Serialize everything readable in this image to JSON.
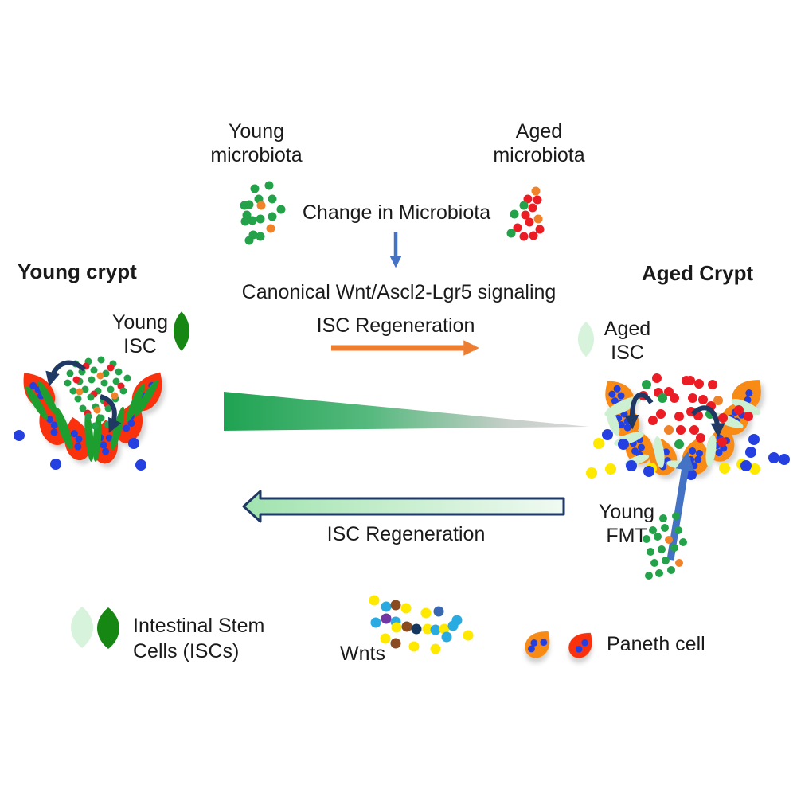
{
  "labels": {
    "young_microbiota": [
      "Young",
      "microbiota"
    ],
    "aged_microbiota": [
      "Aged",
      "microbiota"
    ],
    "change_in_microbiota": "Change in Microbiota",
    "signaling": "Canonical Wnt/Ascl2-Lgr5 signaling",
    "isc_regeneration_top": "ISC Regeneration",
    "isc_regeneration_bottom": "ISC Regeneration",
    "young_crypt_title": "Young crypt",
    "aged_crypt_title": "Aged Crypt",
    "young_isc": [
      "Young",
      "ISC"
    ],
    "aged_isc": [
      "Aged",
      "ISC"
    ],
    "young_fmt": [
      "Young",
      "FMT"
    ]
  },
  "legend": {
    "isc": [
      "Intestinal Stem",
      "Cells (ISCs)"
    ],
    "wnts": "Wnts",
    "paneth": "Paneth cell"
  },
  "colors": {
    "bacteria_green": "#23A24A",
    "bacteria_orange": "#F0832A",
    "bacteria_red": "#EC1C24",
    "dot_blue": "#2440E0",
    "wnt_yellow": "#FFE900",
    "wnt_cyan": "#29ABE2",
    "wnt_brown": "#8A4B20",
    "wnt_purple": "#7137A3",
    "wnt_navy": "#17365D",
    "wnt_steel": "#3A67B1",
    "paneth_red": "#F93207",
    "paneth_orange": "#F78B17",
    "isc_dark_green": "#168712",
    "isc_light_green": "#D7F3DB",
    "leaf_green": "#1E9E2E",
    "leaf_pale": "#CDEFD2",
    "arrow_blue": "#4472C4",
    "arrow_orange": "#ED7D31",
    "arrow_navy": "#1F3864",
    "wedge_green": "#1FA352",
    "wedge_gray": "#D9D9D9",
    "block_arrow_start": "#A0E3AE",
    "block_arrow_end": "#F0FAF1",
    "text": "#1A1A1A"
  },
  "clusters": {
    "young_microbiota": {
      "r": 5.5,
      "dots": [
        [
          320,
          237,
          "g"
        ],
        [
          338,
          233,
          "g"
        ],
        [
          313,
          257,
          "g"
        ],
        [
          325,
          250,
          "g"
        ],
        [
          342,
          250,
          "g"
        ],
        [
          307,
          258,
          "g"
        ],
        [
          328,
          258,
          "o"
        ],
        [
          353,
          263,
          "g"
        ],
        [
          310,
          270,
          "g"
        ],
        [
          317,
          277,
          "g"
        ],
        [
          327,
          275,
          "g"
        ],
        [
          342,
          272,
          "g"
        ],
        [
          308,
          278,
          "g"
        ],
        [
          340,
          287,
          "o"
        ],
        [
          318,
          295,
          "g"
        ],
        [
          327,
          297,
          "g"
        ],
        [
          313,
          302,
          "g"
        ]
      ]
    },
    "aged_microbiota": {
      "r": 5.5,
      "dots": [
        [
          673,
          240,
          "o"
        ],
        [
          663,
          250,
          "r"
        ],
        [
          675,
          251,
          "r"
        ],
        [
          658,
          258,
          "g"
        ],
        [
          669,
          261,
          "r"
        ],
        [
          646,
          269,
          "g"
        ],
        [
          660,
          270,
          "r"
        ],
        [
          676,
          275,
          "o"
        ],
        [
          665,
          279,
          "r"
        ],
        [
          650,
          286,
          "r"
        ],
        [
          678,
          288,
          "r"
        ],
        [
          642,
          293,
          "g"
        ],
        [
          658,
          297,
          "r"
        ],
        [
          670,
          296,
          "r"
        ]
      ]
    },
    "young_fmt": {
      "r": 5,
      "dots": [
        [
          833,
          651,
          "g"
        ],
        [
          849,
          648,
          "g"
        ],
        [
          820,
          666,
          "g"
        ],
        [
          835,
          663,
          "g"
        ],
        [
          852,
          666,
          "g"
        ],
        [
          812,
          677,
          "g"
        ],
        [
          826,
          674,
          "g"
        ],
        [
          840,
          678,
          "o"
        ],
        [
          858,
          681,
          "g"
        ],
        [
          817,
          693,
          "g"
        ],
        [
          831,
          690,
          "g"
        ],
        [
          847,
          688,
          "g"
        ],
        [
          822,
          707,
          "g"
        ],
        [
          836,
          704,
          "g"
        ],
        [
          853,
          707,
          "o"
        ],
        [
          828,
          720,
          "g"
        ],
        [
          843,
          716,
          "g"
        ],
        [
          815,
          723,
          "g"
        ]
      ]
    },
    "wnts_legend": {
      "r": 6.5,
      "dots": [
        [
          470,
          754,
          "y"
        ],
        [
          485,
          762,
          "c"
        ],
        [
          497,
          760,
          "br"
        ],
        [
          510,
          764,
          "y"
        ],
        [
          535,
          770,
          "y"
        ],
        [
          551,
          768,
          "s"
        ],
        [
          472,
          782,
          "c"
        ],
        [
          485,
          777,
          "p"
        ],
        [
          497,
          781,
          "c"
        ],
        [
          498,
          788,
          "y"
        ],
        [
          511,
          787,
          "br"
        ],
        [
          523,
          790,
          "n"
        ],
        [
          537,
          790,
          "y"
        ],
        [
          547,
          791,
          "c"
        ],
        [
          558,
          790,
          "y"
        ],
        [
          569,
          786,
          "c"
        ],
        [
          574,
          779,
          "c"
        ],
        [
          561,
          800,
          "c"
        ],
        [
          588,
          798,
          "y"
        ],
        [
          484,
          802,
          "y"
        ],
        [
          497,
          808,
          "br"
        ],
        [
          520,
          812,
          "y"
        ],
        [
          547,
          815,
          "y"
        ]
      ]
    },
    "young_crypt_lumen": {
      "r": 4.5,
      "dots": [
        [
          95,
          457,
          "g"
        ],
        [
          111,
          454,
          "g"
        ],
        [
          127,
          452,
          "g"
        ],
        [
          142,
          457,
          "g"
        ],
        [
          108,
          460,
          "r"
        ],
        [
          139,
          462,
          "r"
        ],
        [
          88,
          469,
          "g"
        ],
        [
          103,
          467,
          "g"
        ],
        [
          118,
          465,
          "g"
        ],
        [
          133,
          469,
          "g"
        ],
        [
          149,
          467,
          "g"
        ],
        [
          160,
          475,
          "g"
        ],
        [
          126,
          472,
          "o"
        ],
        [
          85,
          481,
          "g"
        ],
        [
          100,
          479,
          "g"
        ],
        [
          115,
          477,
          "g"
        ],
        [
          131,
          481,
          "g"
        ],
        [
          146,
          479,
          "g"
        ],
        [
          96,
          477,
          "r"
        ],
        [
          152,
          485,
          "r"
        ],
        [
          92,
          491,
          "g"
        ],
        [
          107,
          489,
          "g"
        ],
        [
          123,
          491,
          "g"
        ],
        [
          139,
          489,
          "g"
        ],
        [
          155,
          491,
          "g"
        ],
        [
          100,
          492,
          "o"
        ],
        [
          118,
          495,
          "r"
        ],
        [
          98,
          501,
          "g"
        ],
        [
          114,
          499,
          "g"
        ],
        [
          130,
          503,
          "g"
        ],
        [
          145,
          501,
          "g"
        ],
        [
          144,
          497,
          "o"
        ],
        [
          134,
          507,
          "r"
        ],
        [
          104,
          513,
          "g"
        ],
        [
          120,
          511,
          "g"
        ],
        [
          136,
          513,
          "g"
        ],
        [
          110,
          519,
          "r"
        ],
        [
          122,
          515,
          "o"
        ],
        [
          111,
          523,
          "g"
        ],
        [
          127,
          525,
          "g"
        ],
        [
          119,
          535,
          "g"
        ],
        [
          135,
          533,
          "g"
        ]
      ]
    },
    "young_crypt_scatter": {
      "r": 7,
      "dots": [
        [
          24,
          547,
          "b"
        ],
        [
          70,
          583,
          "b"
        ],
        [
          168,
          557,
          "b"
        ],
        [
          177,
          584,
          "b"
        ]
      ]
    },
    "aged_crypt_lumen": {
      "r": 6,
      "dots": [
        [
          825,
          475,
          "r"
        ],
        [
          862,
          478,
          "r"
        ],
        [
          878,
          482,
          "r"
        ],
        [
          895,
          483,
          "r"
        ],
        [
          812,
          483,
          "g"
        ],
        [
          808,
          497,
          "r"
        ],
        [
          827,
          493,
          "r"
        ],
        [
          840,
          492,
          "r"
        ],
        [
          847,
          500,
          "r"
        ],
        [
          870,
          500,
          "r"
        ],
        [
          883,
          502,
          "r"
        ],
        [
          832,
          500,
          "g"
        ],
        [
          902,
          503,
          "o"
        ],
        [
          893,
          510,
          "r"
        ],
        [
          820,
          528,
          "r"
        ],
        [
          830,
          520,
          "r"
        ],
        [
          853,
          523,
          "r"
        ],
        [
          868,
          517,
          "r"
        ],
        [
          877,
          522,
          "r"
        ],
        [
          892,
          520,
          "g"
        ],
        [
          928,
          515,
          "r"
        ],
        [
          908,
          525,
          "r"
        ],
        [
          940,
          523,
          "r"
        ],
        [
          855,
          540,
          "r"
        ],
        [
          872,
          540,
          "r"
        ],
        [
          840,
          540,
          "o"
        ],
        [
          880,
          550,
          "r"
        ],
        [
          907,
          555,
          "r"
        ],
        [
          853,
          558,
          "g"
        ],
        [
          867,
          478,
          "r"
        ]
      ]
    },
    "aged_crypt_scatter": {
      "r": 7,
      "dots": [
        [
          752,
          557,
          "y"
        ],
        [
          743,
          594,
          "y"
        ],
        [
          767,
          589,
          "y"
        ],
        [
          818,
          588,
          "y"
        ],
        [
          910,
          588,
          "y"
        ],
        [
          932,
          583,
          "y"
        ],
        [
          948,
          589,
          "y"
        ],
        [
          763,
          546,
          "b"
        ],
        [
          783,
          558,
          "b"
        ],
        [
          793,
          585,
          "b"
        ],
        [
          815,
          592,
          "b"
        ],
        [
          868,
          596,
          "b"
        ],
        [
          943,
          568,
          "b"
        ],
        [
          947,
          552,
          "b"
        ],
        [
          937,
          585,
          "b"
        ],
        [
          972,
          575,
          "b"
        ],
        [
          985,
          577,
          "b"
        ]
      ]
    }
  }
}
